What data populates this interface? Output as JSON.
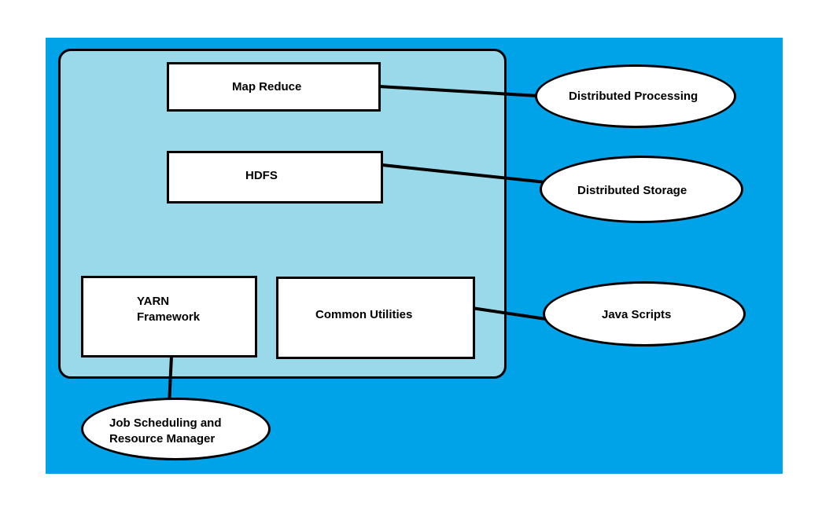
{
  "diagram": {
    "components": {
      "map_reduce": "Map Reduce",
      "hdfs": "HDFS",
      "yarn": "YARN\nFramework",
      "common_utilities": "Common Utilities"
    },
    "roles": {
      "distributed_processing": "Distributed Processing",
      "distributed_storage": "Distributed Storage",
      "java_scripts": "Java Scripts",
      "job_scheduling": "Job Scheduling and\nResource Manager"
    },
    "colors": {
      "background": "#00a2e8",
      "container": "#99d9ea",
      "box_fill": "#ffffff",
      "stroke": "#000000"
    }
  }
}
